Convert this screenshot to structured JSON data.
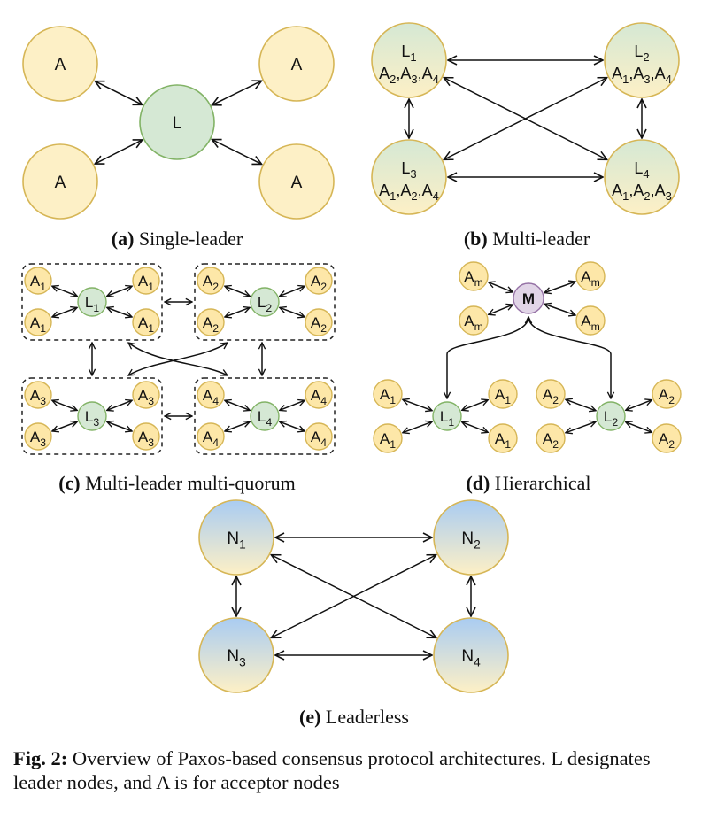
{
  "figure": {
    "caption_prefix": "Fig. 2:",
    "caption_text": "Overview of Paxos-based consensus protocol architectures. L designates leader nodes, and A is for acceptor nodes"
  },
  "colors": {
    "acceptor_fill": "#fdf0c6",
    "acceptor_stroke": "#d6b656",
    "acceptor_small_fill": "#fde7a8",
    "leader_fill": "#d5e8d4",
    "leader_stroke": "#82b366",
    "master_fill": "#e1d5e7",
    "master_stroke": "#9673a6",
    "node_gradient_top_blue": "#a9ccf2",
    "node_gradient_bottom_yellow": "#fdf0c6",
    "edge": "#111111"
  },
  "panels": [
    {
      "id": "a",
      "label": "(a)",
      "title": "Single-leader",
      "nodes": [
        {
          "id": "A_tl",
          "type": "acceptor",
          "label": "A",
          "sub": ""
        },
        {
          "id": "A_tr",
          "type": "acceptor",
          "label": "A",
          "sub": ""
        },
        {
          "id": "A_bl",
          "type": "acceptor",
          "label": "A",
          "sub": ""
        },
        {
          "id": "A_br",
          "type": "acceptor",
          "label": "A",
          "sub": ""
        },
        {
          "id": "L",
          "type": "leader",
          "label": "L",
          "sub": ""
        }
      ],
      "edges": [
        [
          "A_tl",
          "L"
        ],
        [
          "A_tr",
          "L"
        ],
        [
          "A_bl",
          "L"
        ],
        [
          "A_br",
          "L"
        ]
      ]
    },
    {
      "id": "b",
      "label": "(b)",
      "title": "Multi-leader",
      "nodes": [
        {
          "id": "L1",
          "type": "multi",
          "label": "L",
          "sub": "1",
          "acceptors": [
            [
              "A",
              "2"
            ],
            [
              "A",
              "3"
            ],
            [
              "A",
              "4"
            ]
          ]
        },
        {
          "id": "L2",
          "type": "multi",
          "label": "L",
          "sub": "2",
          "acceptors": [
            [
              "A",
              "1"
            ],
            [
              "A",
              "3"
            ],
            [
              "A",
              "4"
            ]
          ]
        },
        {
          "id": "L3",
          "type": "multi",
          "label": "L",
          "sub": "3",
          "acceptors": [
            [
              "A",
              "1"
            ],
            [
              "A",
              "2"
            ],
            [
              "A",
              "4"
            ]
          ]
        },
        {
          "id": "L4",
          "type": "multi",
          "label": "L",
          "sub": "4",
          "acceptors": [
            [
              "A",
              "1"
            ],
            [
              "A",
              "2"
            ],
            [
              "A",
              "3"
            ]
          ]
        }
      ],
      "edges": [
        [
          "L1",
          "L2"
        ],
        [
          "L1",
          "L3"
        ],
        [
          "L1",
          "L4"
        ],
        [
          "L2",
          "L3"
        ],
        [
          "L2",
          "L4"
        ],
        [
          "L3",
          "L4"
        ]
      ]
    },
    {
      "id": "c",
      "label": "(c)",
      "title": "Multi-leader multi-quorum",
      "groups": [
        {
          "leader": [
            "L",
            "1"
          ],
          "acceptor": [
            "A",
            "1"
          ]
        },
        {
          "leader": [
            "L",
            "2"
          ],
          "acceptor": [
            "A",
            "2"
          ]
        },
        {
          "leader": [
            "L",
            "3"
          ],
          "acceptor": [
            "A",
            "3"
          ]
        },
        {
          "leader": [
            "L",
            "4"
          ],
          "acceptor": [
            "A",
            "4"
          ]
        }
      ],
      "edges": [
        [
          "G1",
          "G2"
        ],
        [
          "G1",
          "G3"
        ],
        [
          "G1",
          "G4"
        ],
        [
          "G2",
          "G3"
        ],
        [
          "G2",
          "G4"
        ],
        [
          "G3",
          "G4"
        ]
      ]
    },
    {
      "id": "d",
      "label": "(d)",
      "title": "Hierarchical",
      "master": {
        "label": "M",
        "acceptor": [
          "A",
          "m"
        ]
      },
      "groups": [
        {
          "leader": [
            "L",
            "1"
          ],
          "acceptor": [
            "A",
            "1"
          ]
        },
        {
          "leader": [
            "L",
            "2"
          ],
          "acceptor": [
            "A",
            "2"
          ]
        }
      ],
      "edges": [
        [
          "M",
          "L1"
        ],
        [
          "M",
          "L2"
        ]
      ]
    },
    {
      "id": "e",
      "label": "(e)",
      "title": "Leaderless",
      "nodes": [
        {
          "id": "N1",
          "type": "peer",
          "label": "N",
          "sub": "1"
        },
        {
          "id": "N2",
          "type": "peer",
          "label": "N",
          "sub": "2"
        },
        {
          "id": "N3",
          "type": "peer",
          "label": "N",
          "sub": "3"
        },
        {
          "id": "N4",
          "type": "peer",
          "label": "N",
          "sub": "4"
        }
      ],
      "edges": [
        [
          "N1",
          "N2"
        ],
        [
          "N1",
          "N3"
        ],
        [
          "N1",
          "N4"
        ],
        [
          "N2",
          "N3"
        ],
        [
          "N2",
          "N4"
        ],
        [
          "N3",
          "N4"
        ]
      ]
    }
  ]
}
